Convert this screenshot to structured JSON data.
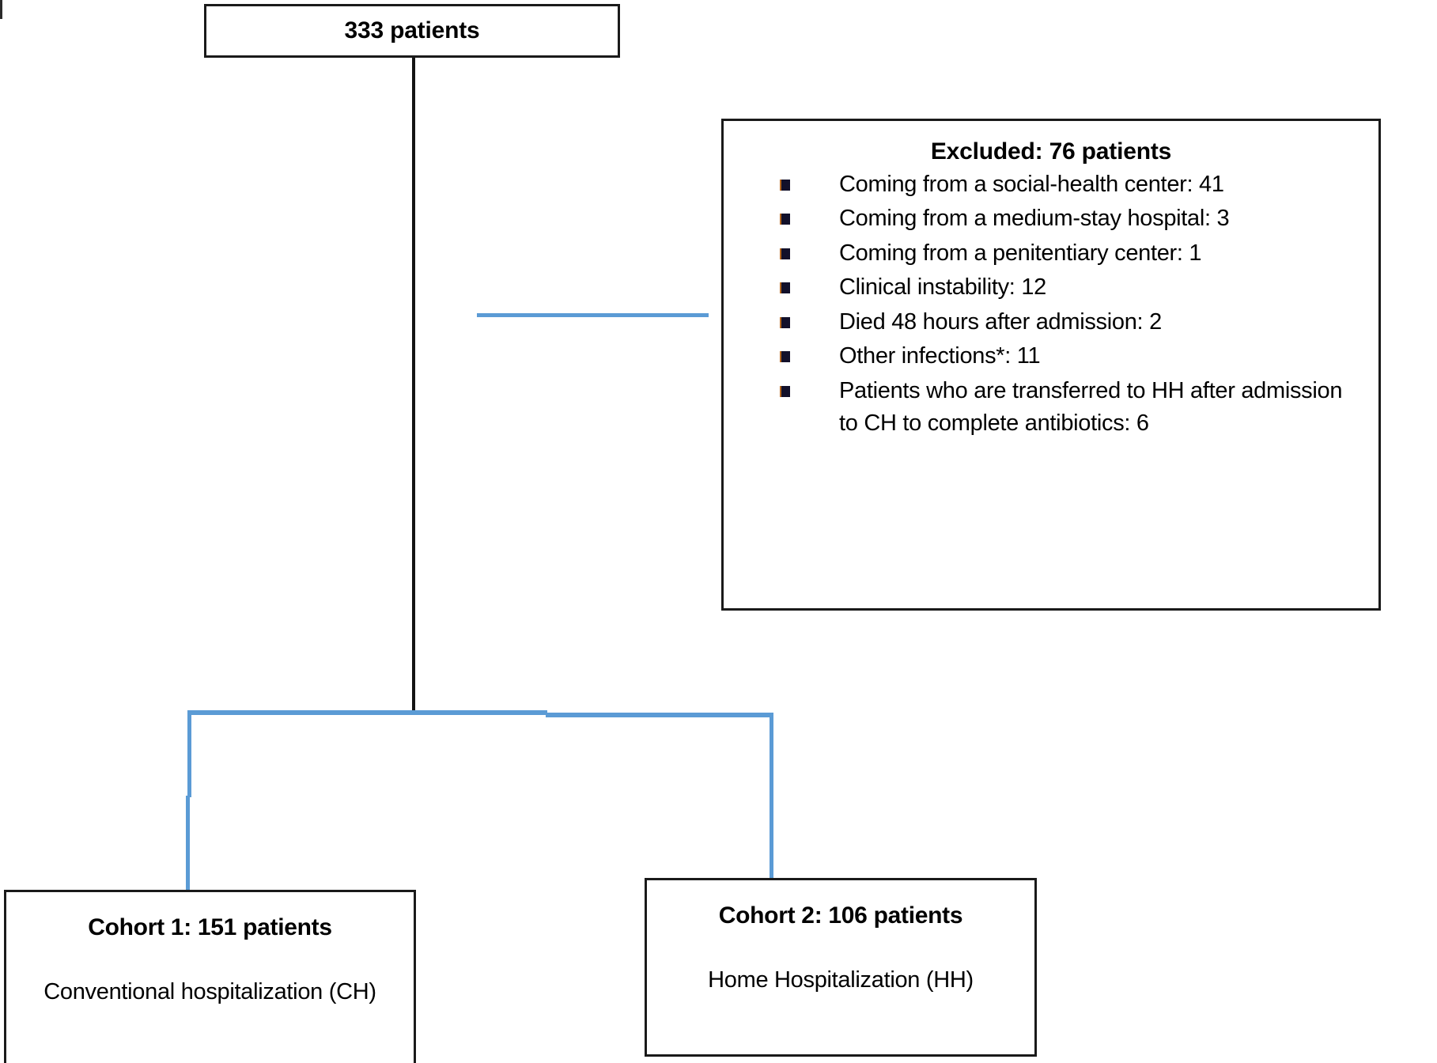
{
  "figure": {
    "type": "flowchart",
    "kind": "patient-enrollment-consort-diagram"
  },
  "nodes": {
    "total": {
      "label": "333 patients"
    },
    "excluded": {
      "title": "Excluded: 76 patients",
      "items": [
        "Coming from a social-health center: 41",
        "Coming from a medium-stay hospital: 3",
        "Coming from a penitentiary center: 1",
        "Clinical instability: 12",
        "Died 48 hours after admission: 2",
        "Other infections*: 11",
        "Patients who are transferred to HH after admission to CH to complete antibiotics: 6"
      ]
    },
    "cohort1": {
      "title": "Cohort 1: 151 patients",
      "subtitle": "Conventional hospitalization (CH)"
    },
    "cohort2": {
      "title": "Cohort 2: 106 patients",
      "subtitle": "Home Hospitalization (HH)"
    }
  },
  "colors": {
    "box_border": "#1a1a1a",
    "connector_black": "#141414",
    "connector_blue": "#5b9bd5",
    "bullet": "#12102a",
    "background": "#ffffff",
    "text": "#000000"
  }
}
